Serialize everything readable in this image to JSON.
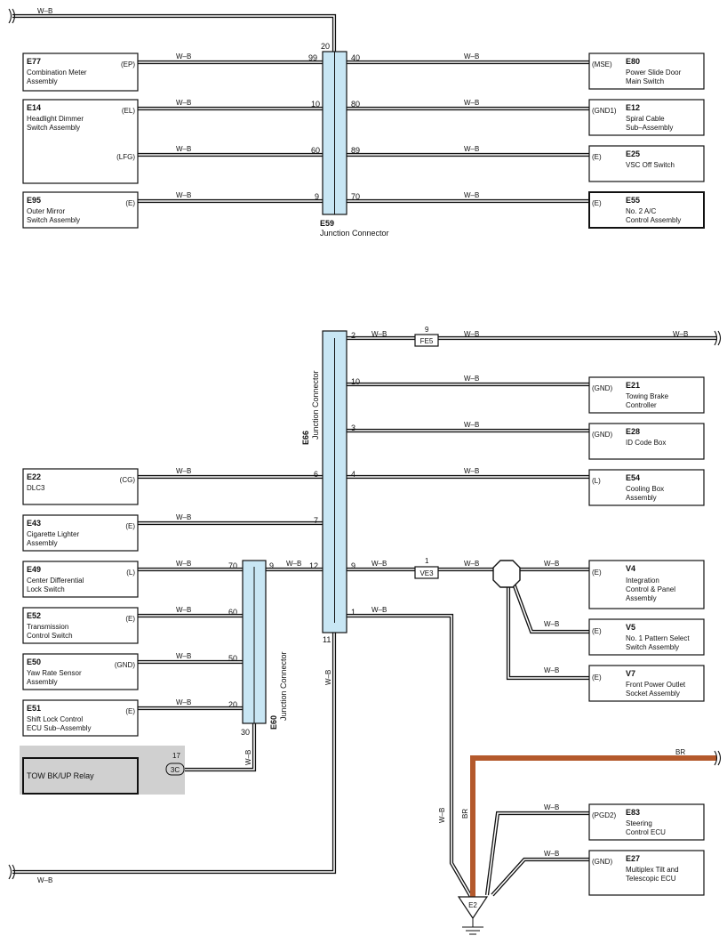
{
  "wire_color": "W–B",
  "br_color": "BR",
  "colors": {
    "junction_fill": "#c8e6f4",
    "br_wire": "#b4592c",
    "relay_bg": "#d0d0d0"
  },
  "components": [
    {
      "code": "E77",
      "name": [
        "Combination Meter",
        "Assembly"
      ],
      "pins": [
        "(EP)"
      ]
    },
    {
      "code": "E14",
      "name": [
        "Headlight Dimmer",
        "Switch Assembly"
      ],
      "pins": [
        "(EL)",
        "(LFG)"
      ]
    },
    {
      "code": "E95",
      "name": [
        "Outer Mirror",
        "Switch Assembly"
      ],
      "pins": [
        "(E)"
      ]
    },
    {
      "code": "E80",
      "name": [
        "Power Slide Door",
        "Main Switch"
      ],
      "pins": [
        "(MSE)"
      ]
    },
    {
      "code": "E12",
      "name": [
        "Spiral Cable",
        "Sub–Assembly"
      ],
      "pins": [
        "(GND1)"
      ]
    },
    {
      "code": "E25",
      "name": [
        "VSC Off Switch"
      ],
      "pins": [
        "(E)"
      ]
    },
    {
      "code": "E55",
      "name": [
        "No. 2 A/C",
        "Control Assembly"
      ],
      "pins": [
        "(E)"
      ]
    },
    {
      "code": "E21",
      "name": [
        "Towing Brake",
        "Controller"
      ],
      "pins": [
        "(GND)"
      ]
    },
    {
      "code": "E28",
      "name": [
        "ID Code Box"
      ],
      "pins": [
        "(GND)"
      ]
    },
    {
      "code": "E54",
      "name": [
        "Cooling Box",
        "Assembly"
      ],
      "pins": [
        "(L)"
      ]
    },
    {
      "code": "E22",
      "name": [
        "DLC3"
      ],
      "pins": [
        "(CG)"
      ]
    },
    {
      "code": "E43",
      "name": [
        "Cigarette Lighter",
        "Assembly"
      ],
      "pins": [
        "(E)"
      ]
    },
    {
      "code": "E49",
      "name": [
        "Center Differential",
        "Lock Switch"
      ],
      "pins": [
        "(L)"
      ]
    },
    {
      "code": "E52",
      "name": [
        "Transmission",
        "Control Switch"
      ],
      "pins": [
        "(E)"
      ]
    },
    {
      "code": "E50",
      "name": [
        "Yaw Rate Sensor",
        "Assembly"
      ],
      "pins": [
        "(GND)"
      ]
    },
    {
      "code": "E51",
      "name": [
        "Shift Lock Control",
        "ECU Sub–Assembly"
      ],
      "pins": [
        "(E)"
      ]
    },
    {
      "code": "V4",
      "name": [
        "Integration",
        "Control & Panel",
        "Assembly"
      ],
      "pins": [
        "(E)"
      ]
    },
    {
      "code": "V5",
      "name": [
        "No. 1 Pattern Select",
        "Switch Assembly"
      ],
      "pins": [
        "(E)"
      ]
    },
    {
      "code": "V7",
      "name": [
        "Front Power Outlet",
        "Socket Assembly"
      ],
      "pins": [
        "(E)"
      ]
    },
    {
      "code": "E83",
      "name": [
        "Steering",
        "Control ECU"
      ],
      "pins": [
        "(PGD2)"
      ]
    },
    {
      "code": "E27",
      "name": [
        "Multiplex Tilt and",
        "Telescopic ECU"
      ],
      "pins": [
        "(GND)"
      ]
    }
  ],
  "relay": {
    "label": "TOW BK/UP Relay",
    "connector": "3C",
    "pin": "17"
  },
  "junctions": [
    {
      "code": "E59",
      "name": "Junction Connector",
      "pins": [
        "20",
        "99",
        "40",
        "10",
        "80",
        "60",
        "89",
        "9",
        "70"
      ]
    },
    {
      "code": "E66",
      "name": "Junction Connector",
      "pins": [
        "2",
        "10",
        "3",
        "6",
        "4",
        "7",
        "12",
        "9",
        "1",
        "11"
      ]
    },
    {
      "code": "E60",
      "name": "Junction Connector",
      "pins": [
        "70",
        "9",
        "60",
        "50",
        "20",
        "30"
      ]
    }
  ],
  "inline_connectors": [
    {
      "code": "FE5",
      "pin": "9"
    },
    {
      "code": "VE3",
      "pin": "1"
    }
  ],
  "ground": {
    "code": "E2"
  }
}
